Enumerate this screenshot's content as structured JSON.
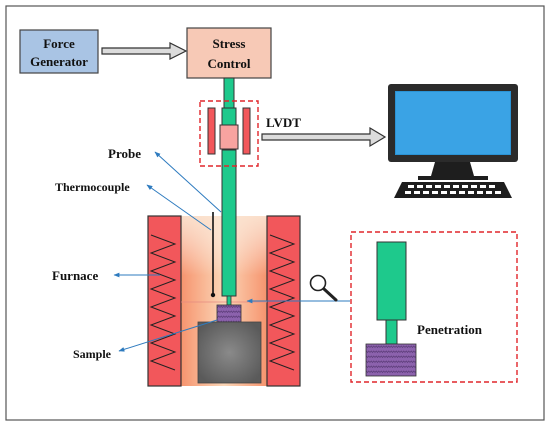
{
  "labels": {
    "force_generator_line1": "Force",
    "force_generator_line2": "Generator",
    "stress_control_line1": "Stress",
    "stress_control_line2": "Control",
    "lvdt": "LVDT",
    "probe": "Probe",
    "thermocouple": "Thermocouple",
    "furnace": "Furnace",
    "sample": "Sample",
    "penetration": "Penetration"
  },
  "icons": {
    "computer": "computer-monitor-icon",
    "magnifier": "magnifying-glass-icon"
  },
  "colors": {
    "force_generator_fill": "#a9c4e4",
    "stress_control_fill": "#f7c9b6",
    "probe_fill": "#1ec98c",
    "furnace_wall_fill": "#f2575b",
    "furnace_heat_inner": "#fbc49c",
    "annotation_line": "#2e7bbf",
    "dashed_border": "#e0262b",
    "sample_fill": "#8a5fa8",
    "block_fill": "#6b6b6b",
    "monitor_screen": "#2a93d5"
  }
}
